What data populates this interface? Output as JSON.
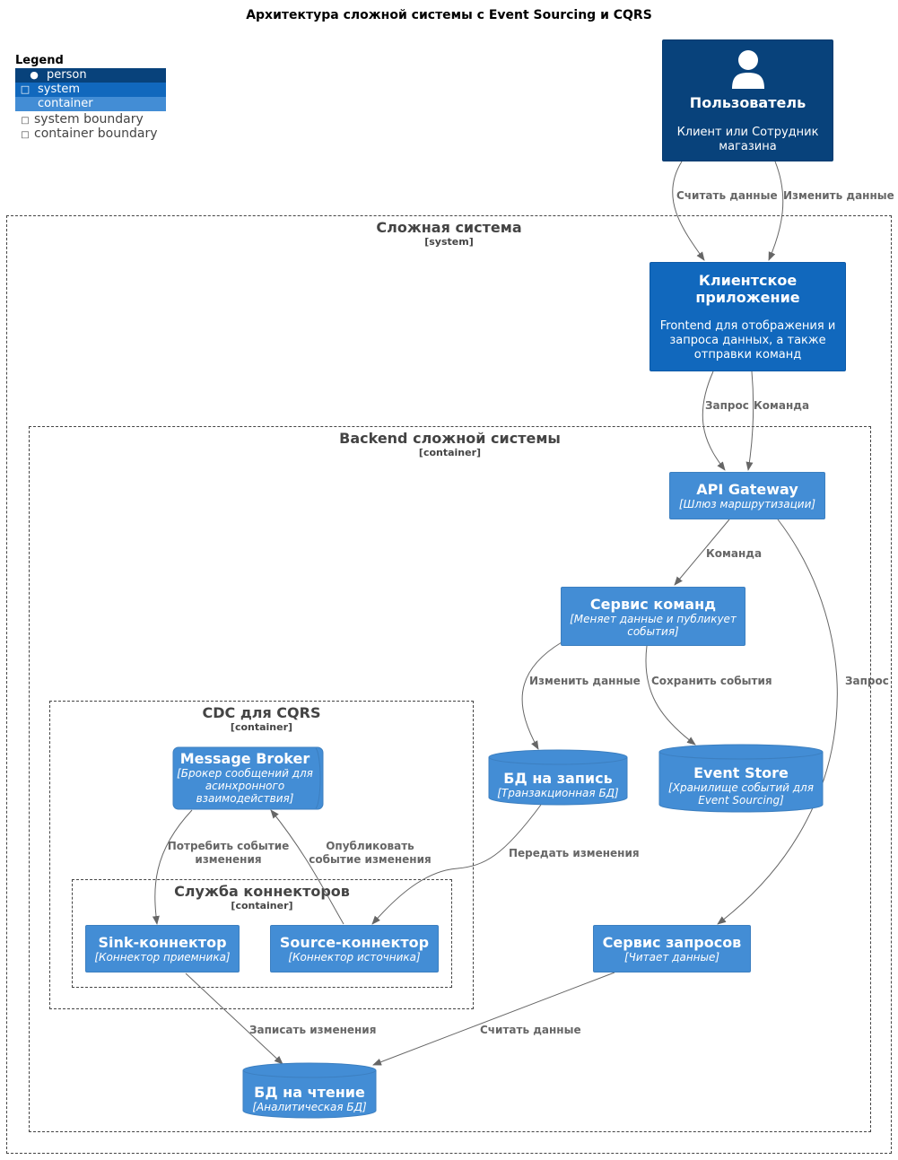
{
  "title": "Архитектура сложной системы с Event Sourcing и CQRS",
  "colors": {
    "person": "#08427b",
    "system": "#1168bd",
    "container": "#438dd5",
    "container_border": "#3c7fc0",
    "boundary": "#444444",
    "edge": "#666666"
  },
  "legend": {
    "title": "Legend",
    "items": [
      {
        "label": "person",
        "icon": "person-icon"
      },
      {
        "label": "system",
        "icon": "system-icon"
      },
      {
        "label": "container",
        "icon": "container-icon"
      },
      {
        "label": "system boundary",
        "icon": "system-boundary-icon"
      },
      {
        "label": "container boundary",
        "icon": "container-boundary-icon"
      }
    ]
  },
  "boundaries": {
    "system": {
      "title": "Сложная система",
      "type": "[system]"
    },
    "backend": {
      "title": "Backend сложной системы",
      "type": "[container]"
    },
    "cdc": {
      "title": "CDC для CQRS",
      "type": "[container]"
    },
    "connectors": {
      "title": "Служба коннекторов",
      "type": "[container]"
    }
  },
  "nodes": {
    "user": {
      "title": "Пользователь",
      "description": "Клиент или Сотрудник магазина"
    },
    "client_app": {
      "title": "Клиентское приложение",
      "description": "Frontend для отображения и запроса данных, а также отправки команд"
    },
    "api_gateway": {
      "title": "API Gateway",
      "tech": "[Шлюз маршрутизации]"
    },
    "command_service": {
      "title": "Сервис команд",
      "tech": "[Меняет данные и публикует события]"
    },
    "write_db": {
      "title": "БД на запись",
      "tech": "[Транзакционная БД]"
    },
    "event_store": {
      "title": "Event Store",
      "tech": "[Хранилище событий для Event Sourcing]"
    },
    "message_broker": {
      "title": "Message Broker",
      "tech": "[Брокер сообщений для асинхронного взаимодействия]"
    },
    "sink_connector": {
      "title": "Sink-коннектор",
      "tech": "[Коннектор приемника]"
    },
    "source_connector": {
      "title": "Source-коннектор",
      "tech": "[Коннектор источника]"
    },
    "query_service": {
      "title": "Сервис запросов",
      "tech": "[Читает данные]"
    },
    "read_db": {
      "title": "БД на чтение",
      "tech": "[Аналитическая БД]"
    }
  },
  "edges": {
    "user_read": "Считать данные",
    "user_change": "Изменить данные",
    "app_query": "Запрос",
    "app_command": "Команда",
    "gw_command": "Команда",
    "gw_query": "Запрос",
    "cmd_change": "Изменить данные",
    "cmd_save": "Сохранить события",
    "db_transfer": "Передать изменения",
    "broker_consume": "Потребить событие изменения",
    "source_publish": "Опубликовать событие изменения",
    "sink_write": "Записать изменения",
    "query_read": "Считать данные"
  }
}
